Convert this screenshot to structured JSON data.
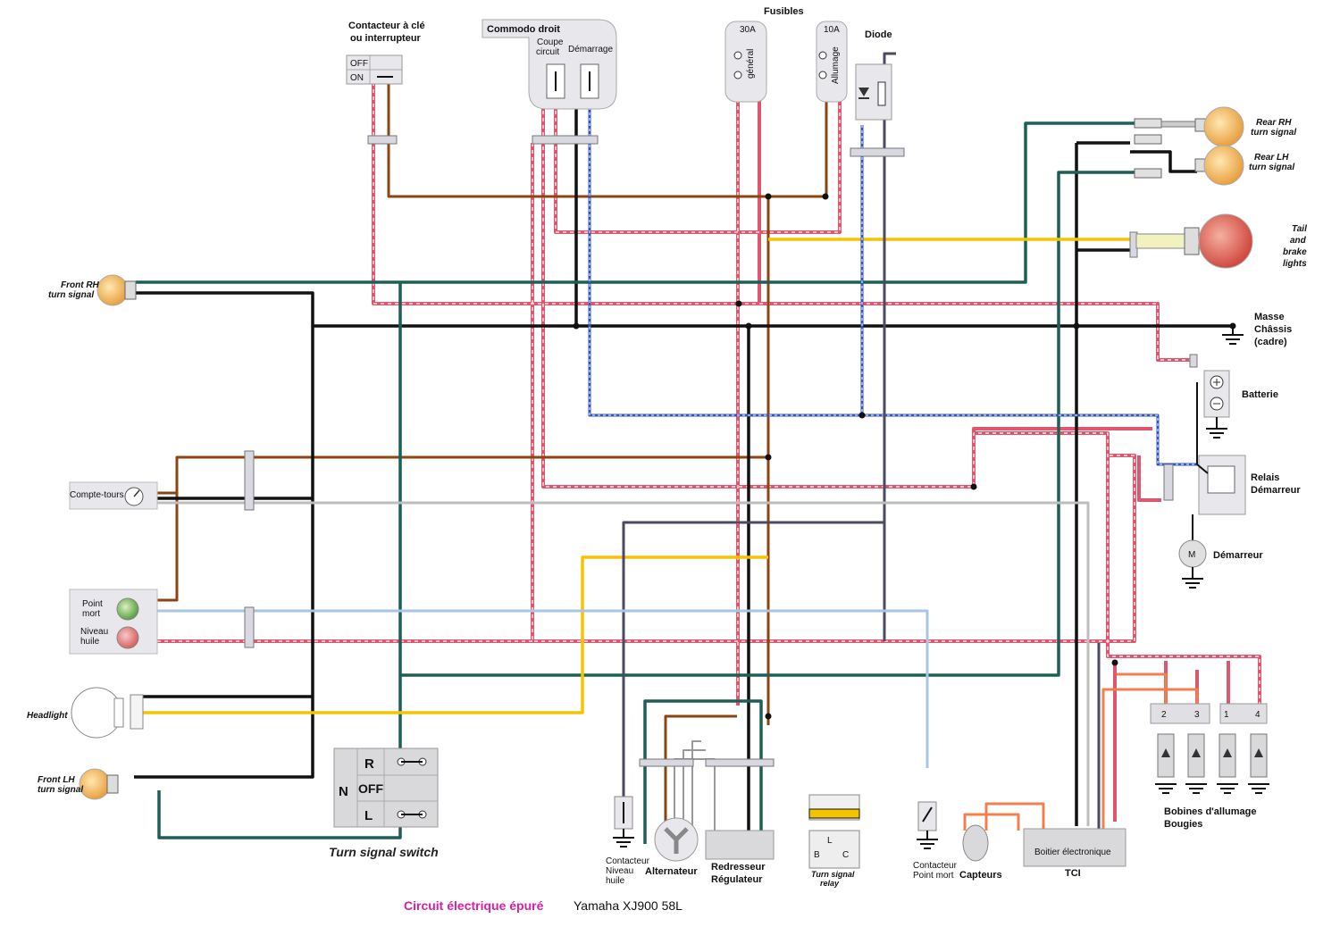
{
  "title": {
    "part1": "Circuit électrique épuré",
    "part2": "Yamaha XJ900  58L"
  },
  "labels": {
    "contacteur": [
      "Contacteur à clé",
      "ou interrupteur"
    ],
    "key_off": "OFF",
    "key_on": "ON",
    "commodo": "Commodo droit",
    "coupe_circuit": [
      "Coupe",
      "circuit"
    ],
    "demarrage": "Démarrage",
    "fusibles": "Fusibles",
    "fuse_30a": "30A",
    "fuse_general": "général",
    "fuse_10a": "10A",
    "fuse_allumage": "Allumage",
    "diode": "Diode",
    "rear_rh": [
      "Rear RH",
      "turn signal"
    ],
    "rear_lh": [
      "Rear LH",
      "turn signal"
    ],
    "tail": [
      "Tail",
      "and",
      "brake",
      "lights"
    ],
    "masse": [
      "Masse",
      "Châssis",
      "(cadre)"
    ],
    "batterie": "Batterie",
    "relais": [
      "Relais",
      "Démarreur"
    ],
    "demarreur": "Démarreur",
    "demarreur_m": "M",
    "front_rh": [
      "Front RH",
      "turn signal"
    ],
    "compte_tours": "Compte-tours",
    "point_mort": [
      "Point",
      "mort"
    ],
    "niveau_huile": [
      "Niveau",
      "huile"
    ],
    "headlight": "Headlight",
    "front_lh": [
      "Front LH",
      "turn signal"
    ],
    "switch_r": "R",
    "switch_n": "N",
    "switch_off": "OFF",
    "switch_l": "L",
    "turn_signal_switch": "Turn signal switch",
    "contacteur_niveau": [
      "Contacteur",
      "Niveau",
      "huile"
    ],
    "alternateur": "Alternateur",
    "redresseur": [
      "Redresseur",
      "Régulateur"
    ],
    "turn_relay": [
      "Turn signal",
      "relay"
    ],
    "relay_pins": [
      "L",
      "B",
      "C"
    ],
    "contacteur_pm": [
      "Contacteur",
      "Point mort"
    ],
    "capteurs": "Capteurs",
    "boitier": "Boitier électronique",
    "tci": "TCI",
    "bobines": [
      "Bobines d'allumage",
      "Bougies"
    ],
    "coil_numbers": [
      "2",
      "3",
      "1",
      "4"
    ]
  },
  "colors": {
    "red": "#e0566e",
    "brown": "#8b4513",
    "black": "#111111",
    "green": "#1f5e57",
    "yellow": "#f5c400",
    "blue": "#3355bb",
    "gray": "#bdbdbd",
    "lightblue": "#a9c6e0",
    "orange": "#f08050",
    "title_pink": "#d61fa8"
  }
}
